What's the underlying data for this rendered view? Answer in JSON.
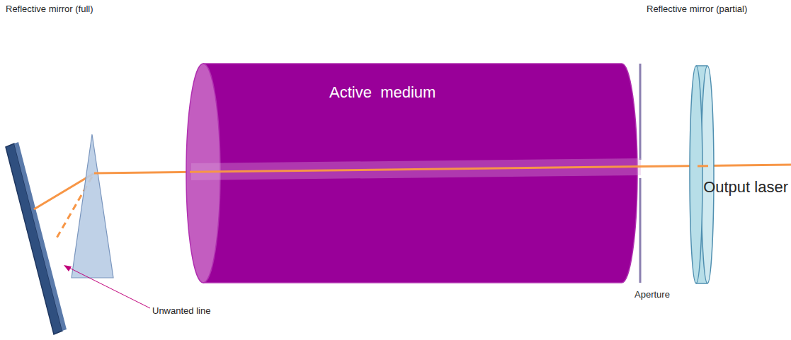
{
  "diagram": {
    "nodes": [
      {
        "text": [
          "Active  medium"
        ]
      }
    ],
    "labels": [
      "Reflective mirror (full)",
      "Reflective mirror (partial)",
      "Output laser",
      "Aperture",
      "Unwanted line"
    ]
  }
}
